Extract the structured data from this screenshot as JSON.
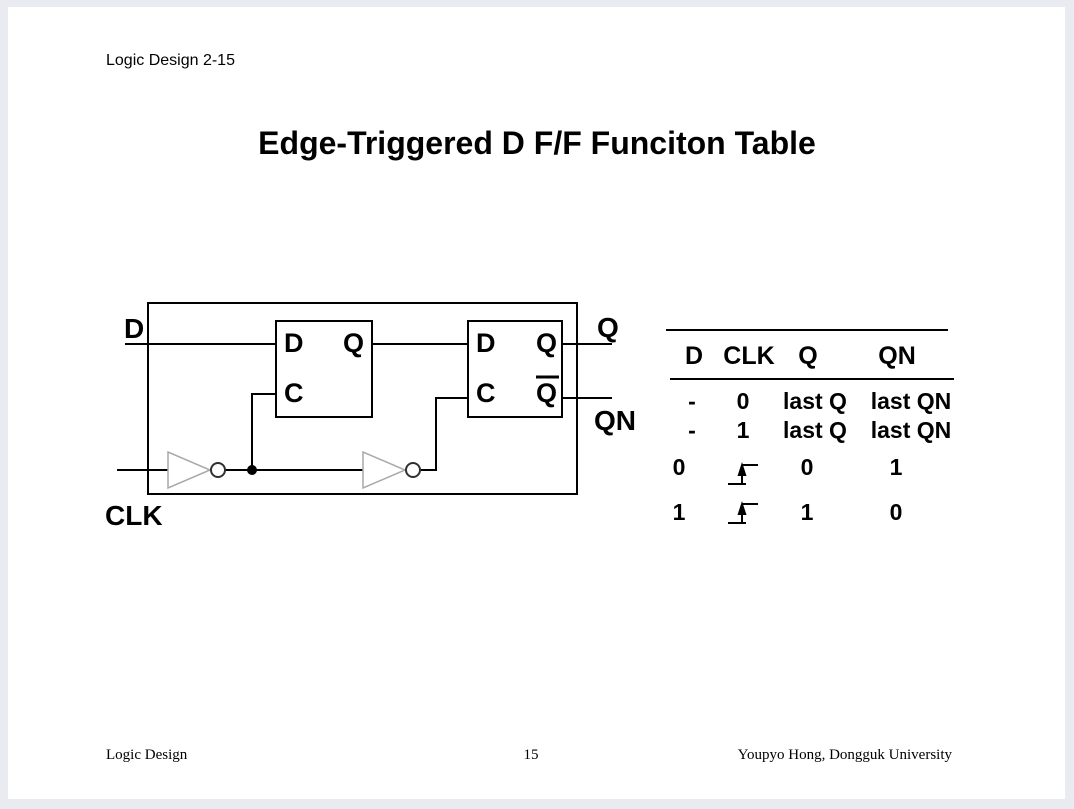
{
  "slide": {
    "header": "Logic Design 2-15",
    "title": "Edge-Triggered D F/F Funciton Table",
    "footer": {
      "left": "Logic Design",
      "page_number": "15",
      "right": "Youpyo Hong, Dongguk University"
    }
  },
  "circuit": {
    "input_labels": {
      "d": "D",
      "clk": "CLK"
    },
    "output_labels": {
      "q": "Q",
      "qn": "QN"
    },
    "flipflop1": {
      "d": "D",
      "q": "Q",
      "c": "C"
    },
    "flipflop2": {
      "d": "D",
      "q": "Q",
      "c": "C",
      "q_bar": "Q"
    }
  },
  "function_table": {
    "headers": [
      "D",
      "CLK",
      "Q",
      "QN"
    ],
    "rows": [
      {
        "d": "-",
        "clk": "0",
        "q": "last Q",
        "qn": "last QN"
      },
      {
        "d": "-",
        "clk": "1",
        "q": "last Q",
        "qn": "last QN"
      },
      {
        "d": "0",
        "clk": "rising-edge",
        "q": "0",
        "qn": "1"
      },
      {
        "d": "1",
        "clk": "rising-edge",
        "q": "1",
        "qn": "0"
      }
    ]
  },
  "colors": {
    "background": "#e9ebf1",
    "slide": "#ffffff",
    "ink": "#000000",
    "inverter_outline": "#a9a9a9"
  }
}
